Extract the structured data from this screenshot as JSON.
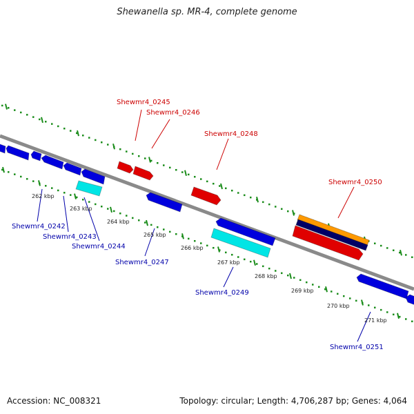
{
  "title": "Shewanella sp. MR-4, complete genome",
  "accession": "Accession: NC_008321",
  "topology": "Topology: circular; Length: 4,706,287 bp; Genes: 4,064",
  "colors": {
    "backbone": "#8a8a8a",
    "gc_dots": "#1a8c1a",
    "forward_gene": "#e00000",
    "reverse_gene": "#0000dd",
    "cyan_gene": "#00e5e5",
    "orange_gene": "#ff9900",
    "navy_gene": "#000066",
    "forward_label": "#cc0000",
    "reverse_label": "#0000aa"
  },
  "tick_labels": [
    "262 kbp",
    "263 kbp",
    "264 kbp",
    "265 kbp",
    "266 kbp",
    "267 kbp",
    "268 kbp",
    "269 kbp",
    "270 kbp",
    "271 kbp"
  ],
  "gene_labels_forward": [
    "Shewmr4_0245",
    "Shewmr4_0246",
    "Shewmr4_0248",
    "Shewmr4_0250"
  ],
  "gene_labels_reverse": [
    "Shewmr4_0242",
    "Shewmr4_0243",
    "Shewmr4_0244",
    "Shewmr4_0247",
    "Shewmr4_0249",
    "Shewmr4_0251"
  ]
}
